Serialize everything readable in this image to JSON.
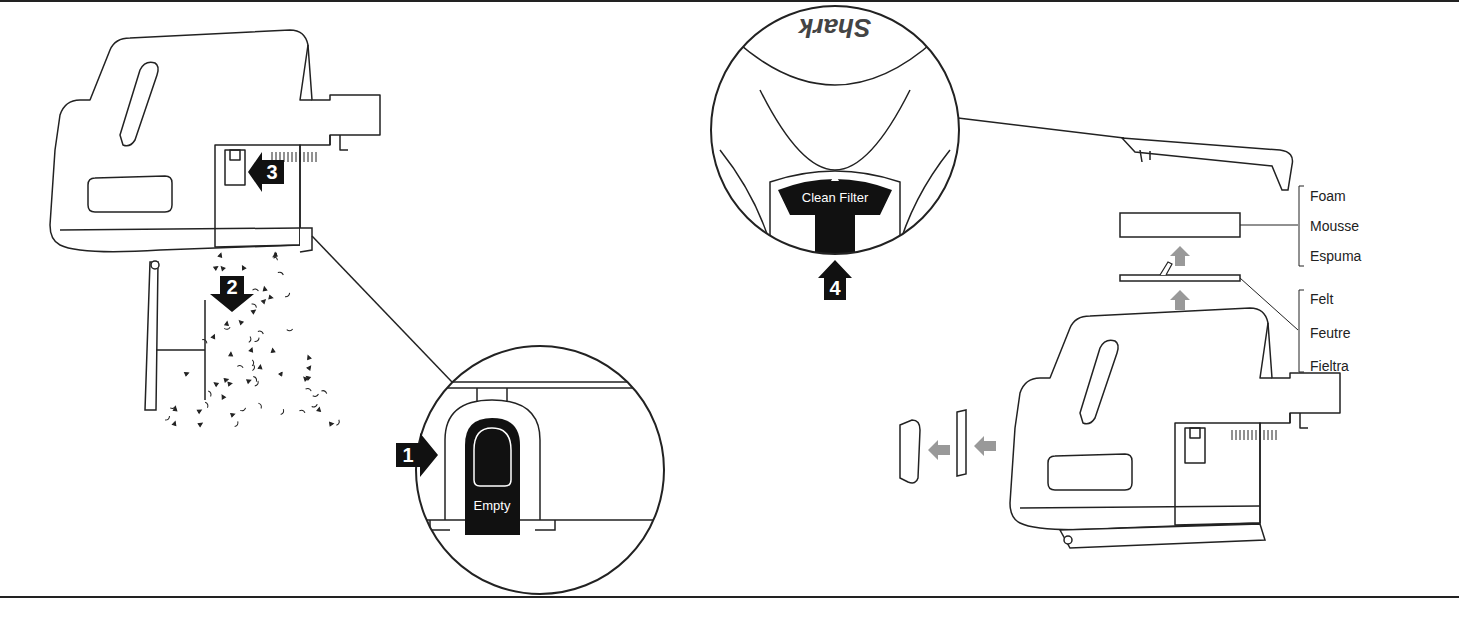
{
  "diagram": {
    "labels": [
      "3",
      "2",
      "1",
      "Empty",
      "Shark",
      "Clean Filter",
      "4",
      "Foam",
      "Mousse",
      "Espuma",
      "Felt",
      "Feutre",
      "Fieltra"
    ]
  }
}
